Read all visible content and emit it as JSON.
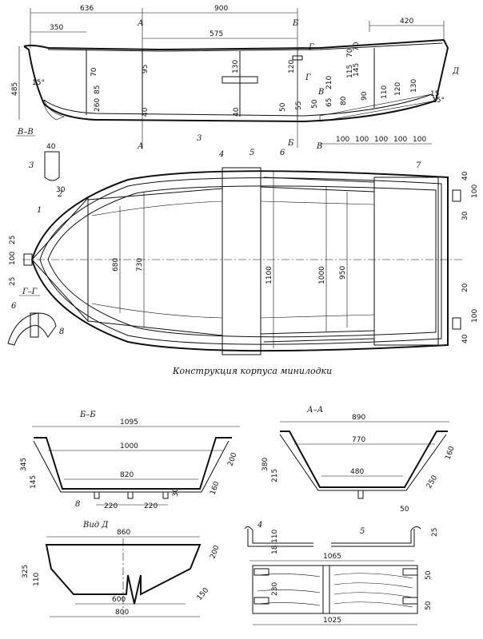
{
  "caption": "Конструкция корпуса минилодки",
  "side_view": {
    "dims_top": [
      "636",
      "900",
      "350",
      "575",
      "420"
    ],
    "dims_heights": [
      "485",
      "70",
      "95",
      "85",
      "130",
      "120",
      "70",
      "145",
      "115",
      "70",
      "260",
      "40",
      "40"
    ],
    "bottom_thickness": [
      "50",
      "55",
      "50",
      "65",
      "80",
      "90",
      "110",
      "120",
      "130",
      "15",
      "210"
    ],
    "stations": [
      "100",
      "100",
      "100",
      "100",
      "100"
    ],
    "angles": [
      "15°",
      "15°"
    ],
    "section_marks": [
      "А",
      "А",
      "Б",
      "Б",
      "Г",
      "Г",
      "В",
      "В",
      "Д"
    ],
    "callouts": [
      "3"
    ]
  },
  "section_vv": {
    "title": "В–В",
    "dims": [
      "40",
      "30"
    ],
    "callout": "3"
  },
  "section_gg": {
    "title": "Г–Г",
    "callouts": [
      "6",
      "8"
    ]
  },
  "plan_view": {
    "callouts": [
      "1",
      "2",
      "4",
      "5",
      "6",
      "7"
    ],
    "dims_left": [
      "25",
      "100",
      "25"
    ],
    "dims_inner": [
      "680",
      "730",
      "1100",
      "1000",
      "950"
    ],
    "dims_right": [
      "40",
      "30",
      "20",
      "100",
      "100",
      "40"
    ]
  },
  "section_bb": {
    "title": "Б–Б",
    "dims": [
      "1095",
      "1000",
      "820",
      "220",
      "220",
      "345",
      "145",
      "200",
      "160",
      "30"
    ],
    "callout": "8"
  },
  "section_aa": {
    "title": "А–А",
    "dims": [
      "890",
      "770",
      "480",
      "380",
      "215",
      "160",
      "250"
    ]
  },
  "view_d": {
    "title": "Вид Д",
    "dims": [
      "860",
      "325",
      "110",
      "200",
      "150",
      "600",
      "800"
    ]
  },
  "seat_detail": {
    "callouts": [
      "4",
      "5"
    ],
    "dims": [
      "50",
      "25",
      "110",
      "18",
      "1065",
      "50",
      "50",
      "230",
      "1025"
    ]
  }
}
